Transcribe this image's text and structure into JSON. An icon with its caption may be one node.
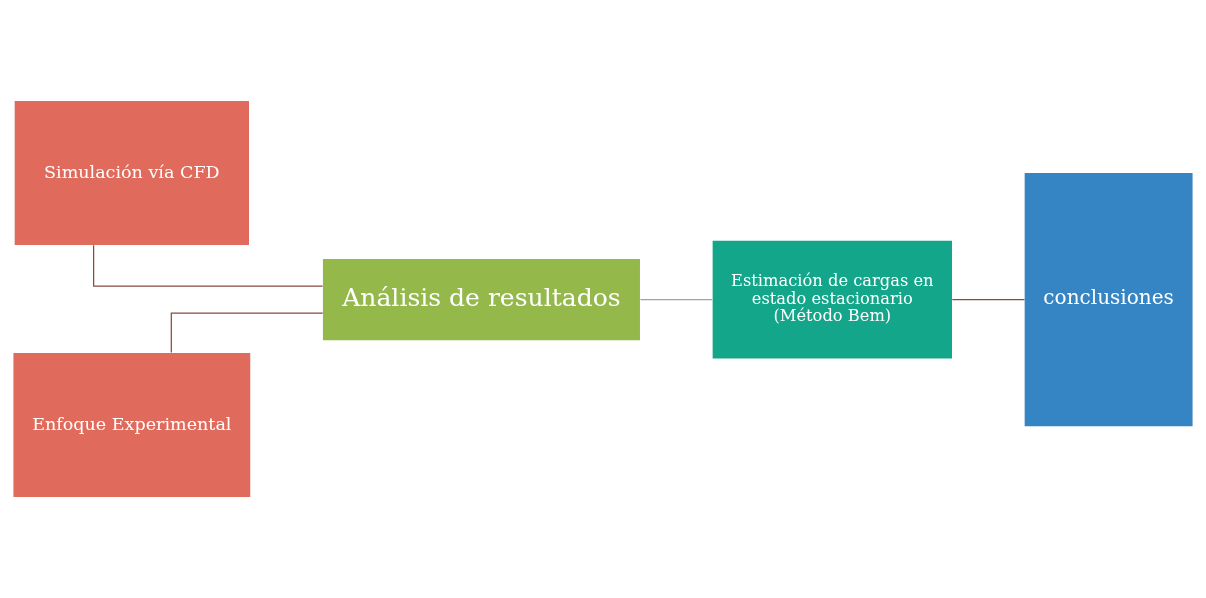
{
  "diagram": {
    "nodes": [
      {
        "text": [
          "Simulación vía CFD"
        ]
      },
      {
        "text": [
          "Enfoque Experimental"
        ]
      },
      {
        "text": [
          "Análisis de resultados"
        ]
      },
      {
        "text": [
          "Estimación de cargas en estado estacionario (Método Bem)"
        ]
      },
      {
        "text": [
          "conclusiones"
        ]
      }
    ],
    "edges": [
      {
        "from": 0,
        "to": 2,
        "arrow": "none"
      },
      {
        "from": 1,
        "to": 2,
        "arrow": "none"
      },
      {
        "from": 2,
        "to": 3,
        "arrow": "none",
        "color": "#a8a0a0"
      },
      {
        "from": 3,
        "to": 4,
        "arrow": "none"
      }
    ]
  }
}
